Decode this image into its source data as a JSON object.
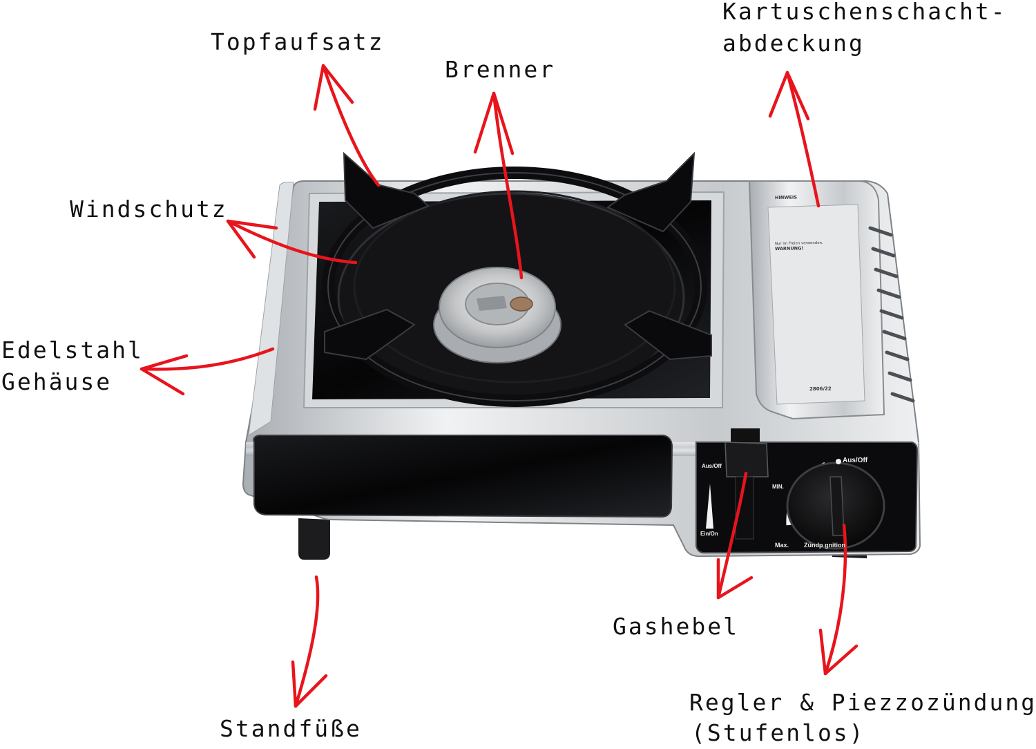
{
  "labels": {
    "topfaufsatz": "Topfaufsatz",
    "brenner": "Brenner",
    "kartuschen_line1": "Kartuschenschacht-",
    "kartuschen_line2": "abdeckung",
    "windschutz": "Windschutz",
    "edelstahl_line1": "Edelstahl",
    "edelstahl_line2": "Gehäuse",
    "gashebel": "Gashebel",
    "standfuesse": "Standfüße",
    "regler_line1": "Regler & Piezzozündung",
    "regler_line2": "(Stufenlos)"
  },
  "device_print": {
    "panel_heading": "HINWEIS",
    "panel_warning": "WARNUNG!",
    "panel_outdoor": "Nur im Freien verwenden.",
    "panel_ce": "2806/22",
    "lever_off": "Aus/Off",
    "lever_on": "Ein/On",
    "knob_off": "Aus/Off",
    "knob_min": "MIN.",
    "knob_max": "Max.",
    "knob_ignition": "Zündp  gnition"
  },
  "colors": {
    "arrow": "#e8141c",
    "steel_light": "#eef0f2",
    "steel_dark": "#8d9297",
    "enamel": "#0a0a0c"
  }
}
